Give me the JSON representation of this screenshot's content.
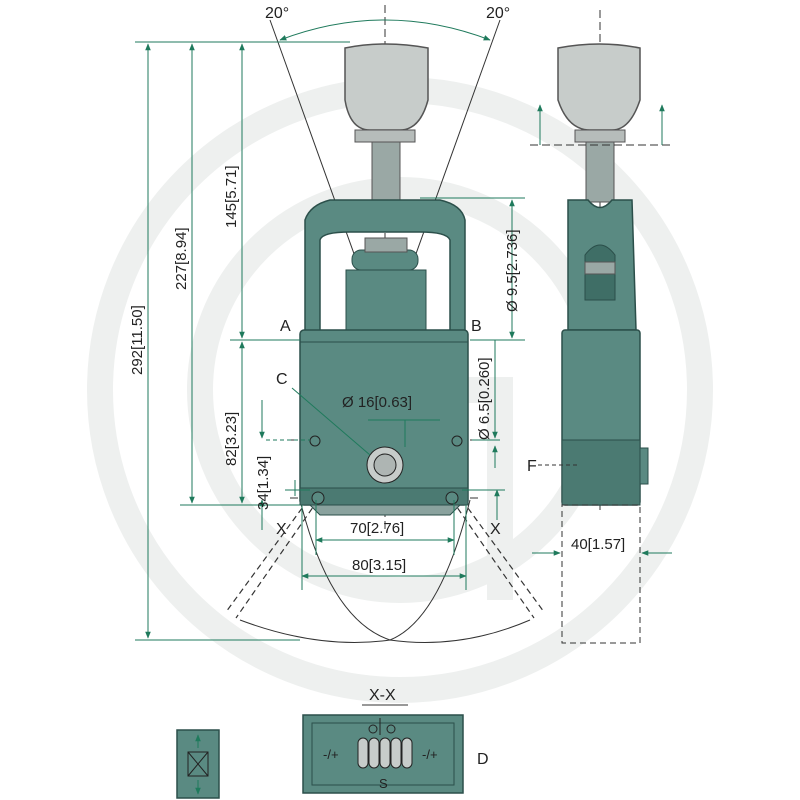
{
  "colors": {
    "body_fill": "#5a8a82",
    "body_dark": "#3f6e66",
    "body_stroke": "#2b4f4a",
    "knob_fill": "#c7ccca",
    "dim_line": "#1f7a5c",
    "center_line": "#333333",
    "watermark": "#eef0ef"
  },
  "angles": {
    "left": "20°",
    "right": "20°"
  },
  "dimensions": {
    "h292": "292[11.50]",
    "h227": "227[8.94]",
    "h145": "145[5.71]",
    "h82": "82[3.23]",
    "h34": "34[1.34]",
    "d9_5": "Ø 9.5[2.736]",
    "d6_5": "Ø 6.5[0.260]",
    "d16": "Ø 16[0.63]",
    "w70": "70[2.76]",
    "w80": "80[3.15]",
    "w40": "40[1.57]"
  },
  "labels": {
    "A": "A",
    "B": "B",
    "C": "C",
    "F": "F",
    "X_left": "X",
    "X_right": "X",
    "D": "D"
  },
  "section": {
    "title": "X-X",
    "minus_plus_left": "-/+",
    "minus_plus_right": "-/+",
    "s_label": "S"
  }
}
